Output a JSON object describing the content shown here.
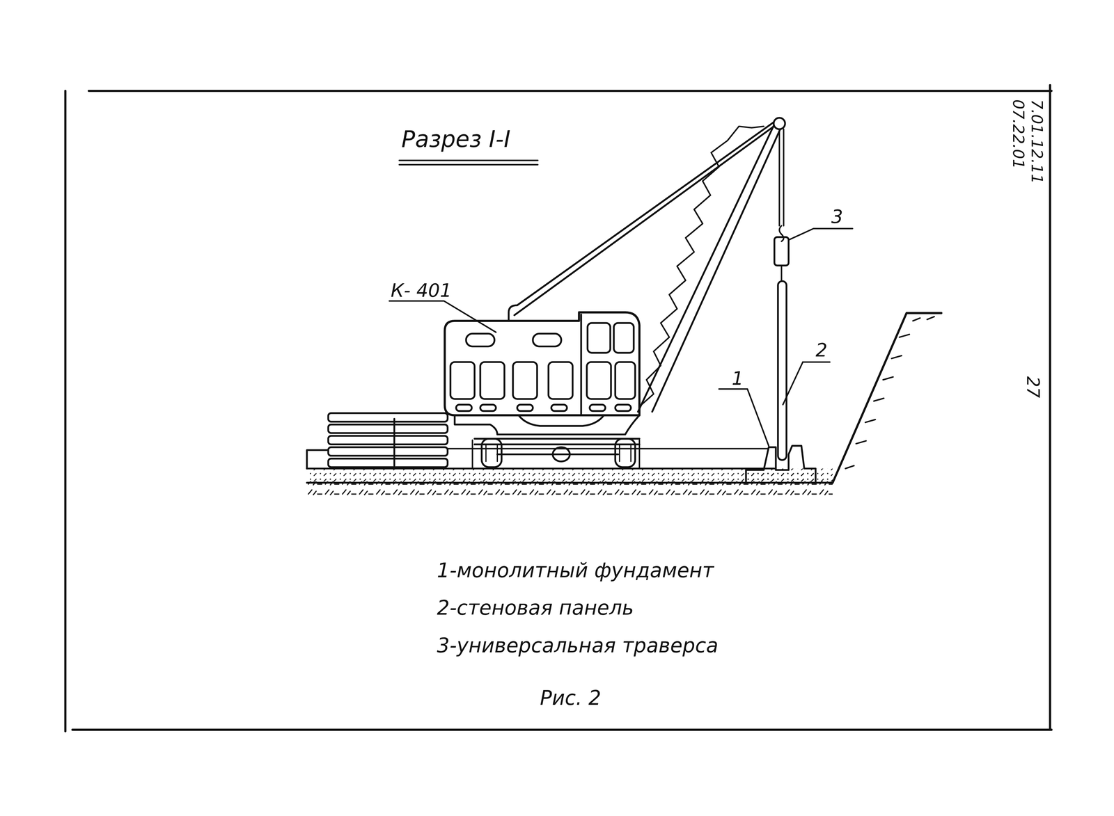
{
  "diagram": {
    "title": "Разрез I-I",
    "caption": "Рис. 2",
    "labels": [
      "К- 401",
      "1",
      "2",
      "3",
      "1-монолитный фундамент",
      "2-стеновая панель",
      "3-универсальная траверса",
      "7.01.12.11",
      "07.22.01",
      "27"
    ]
  }
}
